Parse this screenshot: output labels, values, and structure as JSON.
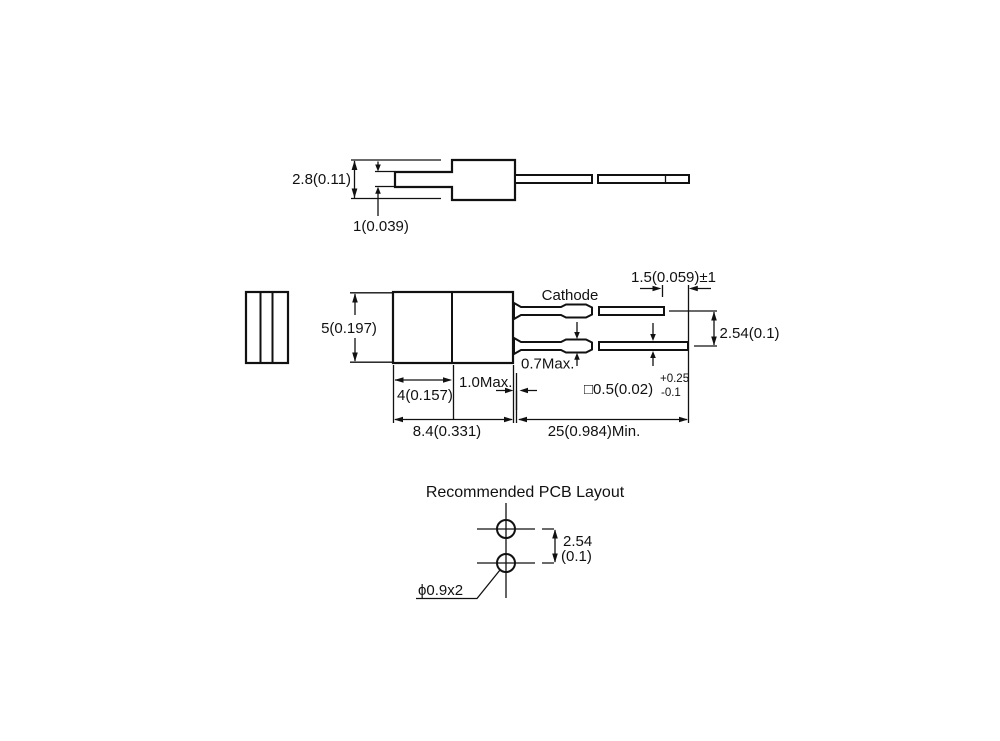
{
  "side_view": {
    "height_label": "2.8(0.11)",
    "tab_thickness_label": "1(0.039)"
  },
  "front_view": {
    "cathode_label": "Cathode",
    "body_height_label": "5(0.197)",
    "lead_tip_offset_label": "1.5(0.059)±1",
    "lead_pitch_label": "2.54(0.1)",
    "standoff_height_label": "0.7Max.",
    "standoff_length_label": "1.0Max.",
    "lens_length_label": "4(0.157)",
    "body_length_label": "8.4(0.331)",
    "lead_length_label": "25(0.984)Min.",
    "lead_section_label": "□0.5(0.02)",
    "lead_section_tol_plus": "+0.25",
    "lead_section_tol_minus": "-0.1"
  },
  "pcb_layout": {
    "title": "Recommended PCB Layout",
    "pitch_mm": "2.54",
    "pitch_inch": "(0.1)",
    "hole_label": "ϕ0.9x2"
  }
}
